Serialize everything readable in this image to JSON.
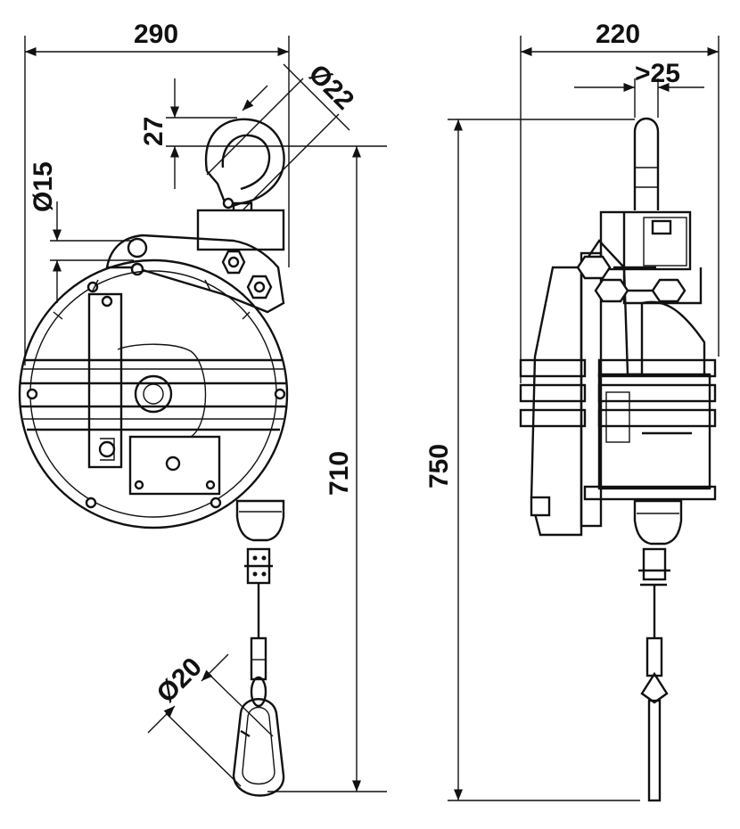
{
  "dimensions": {
    "width_front": "290",
    "hook_diameter": "Ø22",
    "hook_offset": "27",
    "shaft_diameter": "Ø15",
    "height_front": "710",
    "carabiner_diameter": "Ø20",
    "width_side": "220",
    "clearance": ">25",
    "height_side": "750"
  },
  "colors": {
    "line": "#111111",
    "background": "#ffffff"
  }
}
